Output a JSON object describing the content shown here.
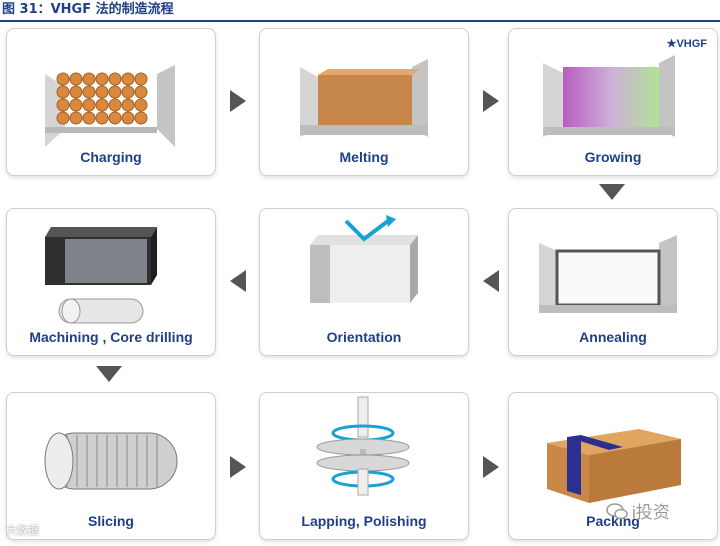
{
  "figure_title": "图 31：VHGF 法的制造流程",
  "badge": "★VHGF",
  "steps": [
    {
      "label": "Charging"
    },
    {
      "label": "Melting"
    },
    {
      "label": "Growing"
    },
    {
      "label": "Machining , Core drilling"
    },
    {
      "label": "Orientation"
    },
    {
      "label": "Annealing"
    },
    {
      "label": "Slicing"
    },
    {
      "label": "Lapping, Polishing"
    },
    {
      "label": "Packing"
    }
  ],
  "watermark_left": "大数据",
  "watermark_right": "i投资"
}
